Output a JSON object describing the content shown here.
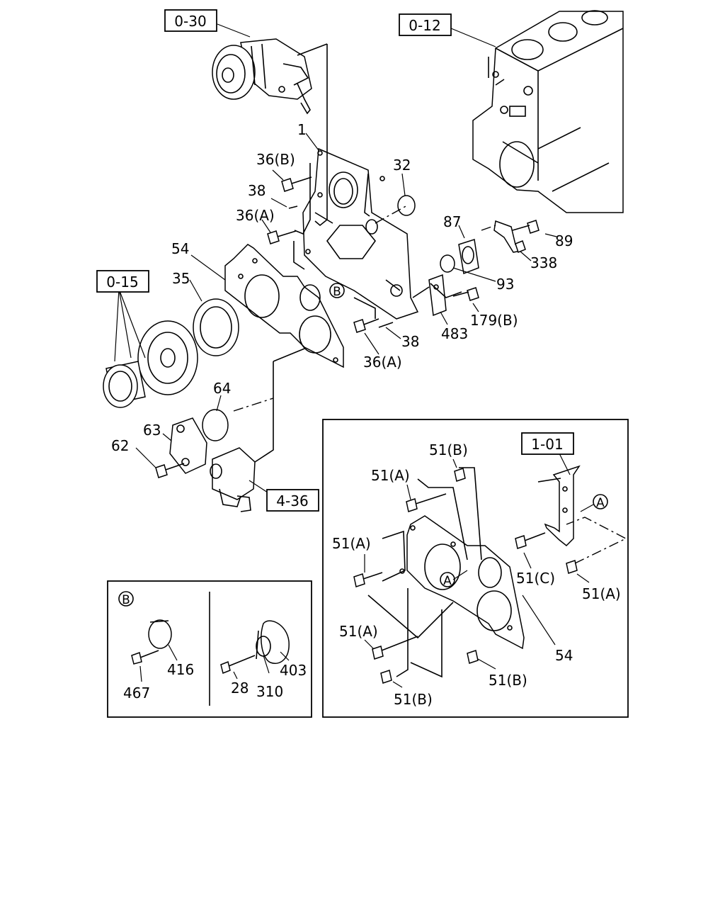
{
  "refs": {
    "r030": "0-30",
    "r012": "0-12",
    "r015": "0-15",
    "r436": "4-36",
    "r101": "1-01"
  },
  "labels": {
    "l1": "1",
    "l36B": "36(B)",
    "l38a": "38",
    "l36Aa": "36(A)",
    "l32": "32",
    "l87": "87",
    "l89": "89",
    "l338": "338",
    "l54a": "54",
    "l35": "35",
    "l93": "93",
    "l179B": "179(B)",
    "l483": "483",
    "l38b": "38",
    "l36Ab": "36(A)",
    "l64": "64",
    "l63": "63",
    "l62": "62",
    "l51Ba": "51(B)",
    "l51Aa": "51(A)",
    "l51Ab": "51(A)",
    "l51C": "51(C)",
    "l51Ac": "51(A)",
    "l51Ad": "51(A)",
    "l54b": "54",
    "l51Bb": "51(B)",
    "l51Bc": "51(B)",
    "l416": "416",
    "l467": "467",
    "l403": "403",
    "l28": "28",
    "l310": "310"
  },
  "markers": {
    "B_main": "B",
    "B_inset": "B",
    "A_inset_bracket": "A",
    "A_inset_plate": "A"
  }
}
